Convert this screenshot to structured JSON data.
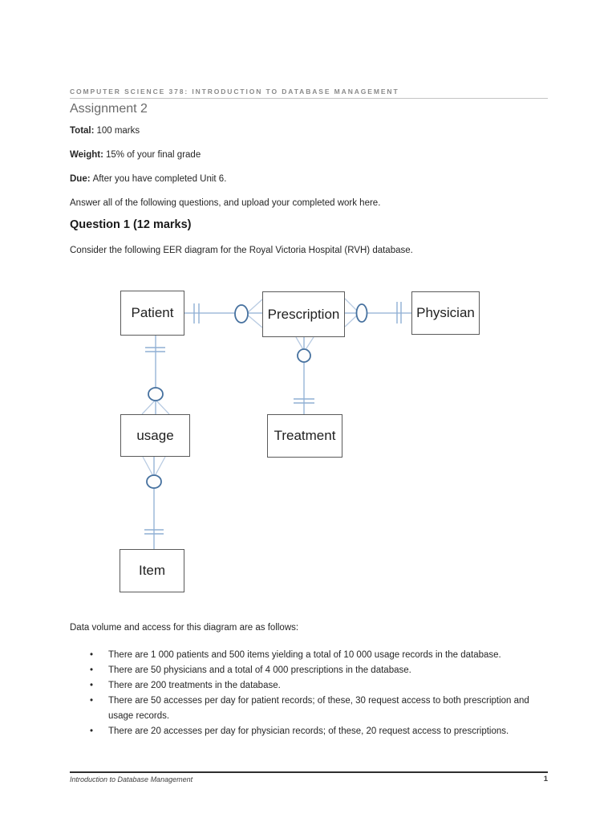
{
  "header": {
    "course": "COMPUTER SCIENCE 378: INTRODUCTION TO DATABASE MANAGEMENT",
    "title": "Assignment 2"
  },
  "meta": [
    {
      "label": "Total:",
      "text": "100 marks"
    },
    {
      "label": "Weight:",
      "text": "15% of your final grade"
    },
    {
      "label": "Due:",
      "text": "After you have completed Unit 6."
    }
  ],
  "instructions": "Answer all of the following questions, and upload your completed work here.",
  "question": {
    "heading": "Question 1 (12 marks)",
    "intro": "Consider the following EER diagram for the Royal Victoria Hospital (RVH) database."
  },
  "diagram": {
    "entities": {
      "patient": "Patient",
      "prescription": "Prescription",
      "physician": "Physician",
      "usage": "usage",
      "treatment": "Treatment",
      "item": "Item"
    }
  },
  "data_volume": {
    "intro": "Data volume and access for this diagram are as follows:",
    "bullets": [
      "There are 1 000 patients and 500 items yielding a total of 10 000 usage records in the database.",
      "There are 50 physicians and a total of 4 000 prescriptions in the database.",
      "There are 200 treatments in the database.",
      "There are 50 accesses per day for patient records; of these, 30 request access to both prescription and usage records.",
      "There are 20 accesses per day for physician records; of these, 20 request access to prescriptions."
    ]
  },
  "footer": {
    "left": "Introduction to Database Management",
    "page_number": "1"
  },
  "colors": {
    "connector": "#8fafd4",
    "crow_foot": "#b8cbe2",
    "circle_stroke": "#46719f",
    "box_border": "#5a5a5a"
  }
}
